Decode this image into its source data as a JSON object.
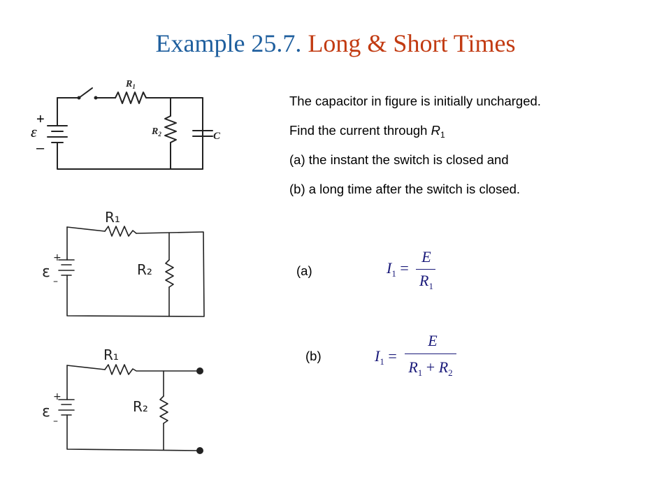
{
  "title": {
    "part1": "Example 25.7.",
    "part2": "Long & Short Times"
  },
  "problem": {
    "line1": "The capacitor in figure is initially uncharged.",
    "line2_text": "Find the current through",
    "line2_var": "R",
    "line2_sub": "1",
    "line3": "(a)  the instant the switch is closed and",
    "line4": "(b)  a long time after the switch is closed."
  },
  "parts": {
    "a": {
      "label": "(a)",
      "lhs_var": "I",
      "lhs_sub": "1",
      "num": "E",
      "den_var": "R",
      "den_sub": "1"
    },
    "b": {
      "label": "(b)",
      "lhs_var": "I",
      "lhs_sub": "1",
      "num": "E",
      "den1_var": "R",
      "den1_sub": "1",
      "den2_var": "R",
      "den2_sub": "2"
    }
  },
  "circuit_labels": {
    "fig1": {
      "r1": "R",
      "r1_sub": "1",
      "r2": "R",
      "r2_sub": "2",
      "c": "C",
      "emf": "ε",
      "plus": "+",
      "minus": "–"
    },
    "fig2": {
      "r1": "R₁",
      "r2": "R₂",
      "emf": "ε",
      "plus": "+",
      "minus": "–"
    },
    "fig3": {
      "r1": "R₁",
      "r2": "R₂",
      "emf": "ε",
      "plus": "+",
      "minus": "–"
    }
  },
  "colors": {
    "title_blue": "#1f5f9e",
    "title_red": "#c23b12",
    "equation": "#1a1a7a"
  }
}
